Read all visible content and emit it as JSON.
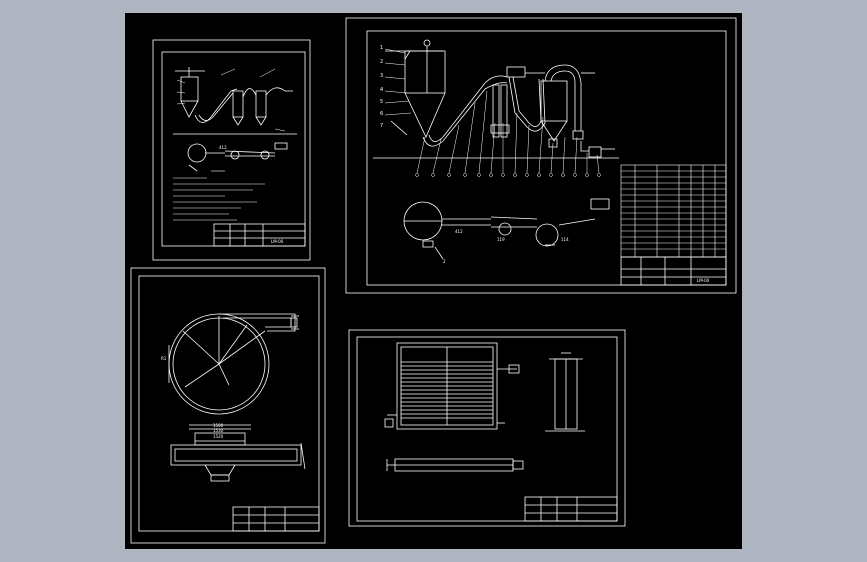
{
  "viewer": {
    "background_color": "#aeb5c0",
    "canvas_color": "#000000",
    "line_color": "#ffffff"
  },
  "sheets": {
    "process_small": {
      "drawing_number": "LM-00",
      "dimension_labels": [
        "412"
      ]
    },
    "process_main": {
      "drawing_number": "LM-00",
      "leader_numbers": [
        "1",
        "2",
        "3",
        "4",
        "5",
        "6",
        "7"
      ],
      "dimension_labels": [
        "412",
        "119",
        "114",
        "2"
      ]
    },
    "cyclone_detail": {
      "dimension_labels": [
        "1500",
        "1530",
        "1520",
        "R1"
      ]
    },
    "heater_detail": {
      "dimension_labels": []
    }
  }
}
